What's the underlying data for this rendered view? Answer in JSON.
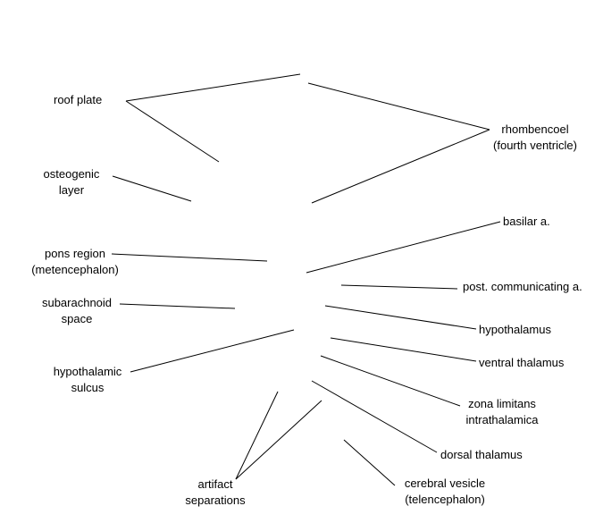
{
  "labels": {
    "roof_plate": "roof plate",
    "osteogenic_layer": [
      "osteogenic",
      "layer"
    ],
    "pons_region": [
      "pons region",
      "(metencephalon)"
    ],
    "subarachnoid_space": [
      "subarachnoid",
      "space"
    ],
    "hypothalamic_sulcus": [
      "hypothalamic",
      "sulcus"
    ],
    "artifact_separations": [
      "artifact",
      "separations"
    ],
    "rhombencoel": [
      "rhombencoel",
      "(fourth ventricle)"
    ],
    "basilar_a": "basilar a.",
    "post_communicating_a": "post. communicating a.",
    "hypothalamus": "hypothalamus",
    "ventral_thalamus": "ventral thalamus",
    "zona_limitans": [
      "zona limitans",
      "intrathalamica"
    ],
    "dorsal_thalamus": "dorsal thalamus",
    "cerebral_vesicle": [
      "cerebral vesicle",
      "(telencephalon)"
    ]
  }
}
